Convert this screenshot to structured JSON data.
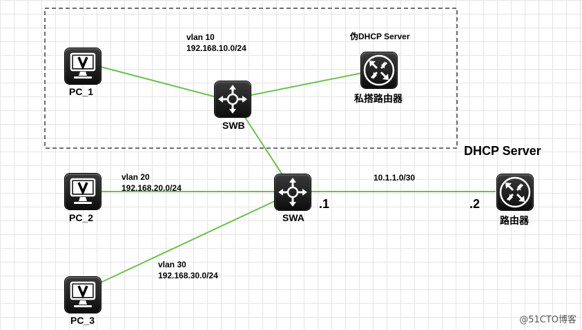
{
  "devices": {
    "pc1": {
      "label": "PC_1",
      "icon": "pc-monitor-icon"
    },
    "pc2": {
      "label": "PC_2",
      "icon": "pc-monitor-icon"
    },
    "pc3": {
      "label": "PC_3",
      "icon": "pc-monitor-icon"
    },
    "swb": {
      "label": "SWB",
      "icon": "switch-icon"
    },
    "swa": {
      "label": "SWA",
      "icon": "switch-icon"
    },
    "rogue_router": {
      "label": "私搭路由器",
      "icon": "router-icon"
    },
    "router": {
      "label": "路由器",
      "icon": "router-icon"
    }
  },
  "labels": {
    "vlan10_name": "vlan 10",
    "vlan10_subnet": "192.168.10.0/24",
    "vlan20_name": "vlan 20",
    "vlan20_subnet": "192.168.20.0/24",
    "vlan30_name": "vlan 30",
    "vlan30_subnet": "192.168.30.0/24",
    "fake_dhcp": "伪DHCP Server",
    "dhcp_server": "DHCP Server",
    "wan_subnet": "10.1.1.0/30",
    "swa_ip": ".1",
    "router_ip": ".2"
  },
  "watermark": "@51CTO博客",
  "colors": {
    "link": "#6cc04a",
    "device": "#1a1a1a",
    "group_border": "#6e6e6e"
  }
}
